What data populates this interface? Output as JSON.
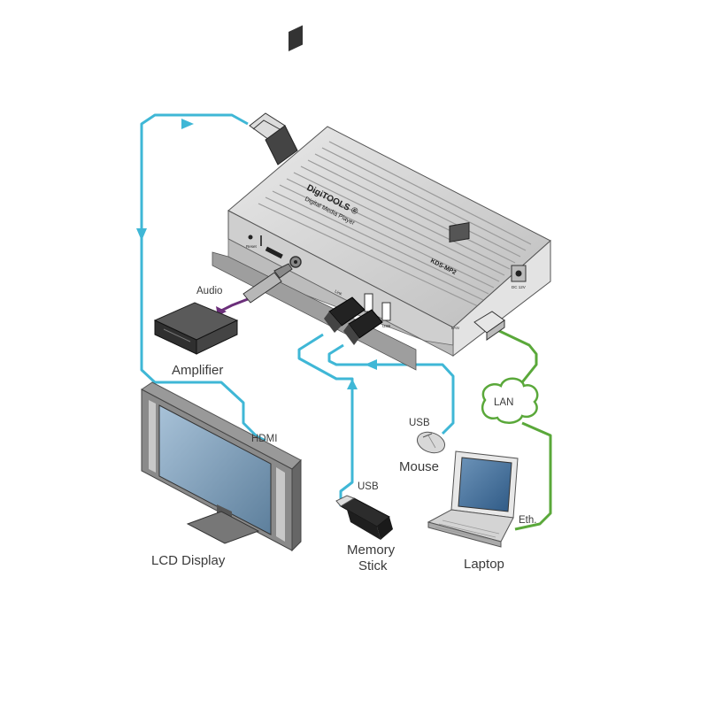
{
  "device": {
    "brand": "DigiTOOLS ®",
    "subtitle": "Digital Media Player",
    "model": "KDS-MP2",
    "port_labels": {
      "reset": "Reset",
      "link": "Link",
      "usb": "USB",
      "power": "DC 12V",
      "lan": "LAN"
    }
  },
  "labels": {
    "audio": "Audio",
    "amplifier": "Amplifier",
    "hdmi": "HDMI",
    "lcd_display": "LCD Display",
    "usb_memory": "USB",
    "memory_line1": "Memory",
    "memory_line2": "Stick",
    "usb_mouse": "USB",
    "mouse": "Mouse",
    "lan": "LAN",
    "eth": "Eth.",
    "laptop": "Laptop"
  },
  "colors": {
    "hdmi_usb_cable": "#3fb7d6",
    "audio_cable": "#6b2f7a",
    "lan_cable": "#5aa83a",
    "device_body": "#d9d9d9"
  }
}
